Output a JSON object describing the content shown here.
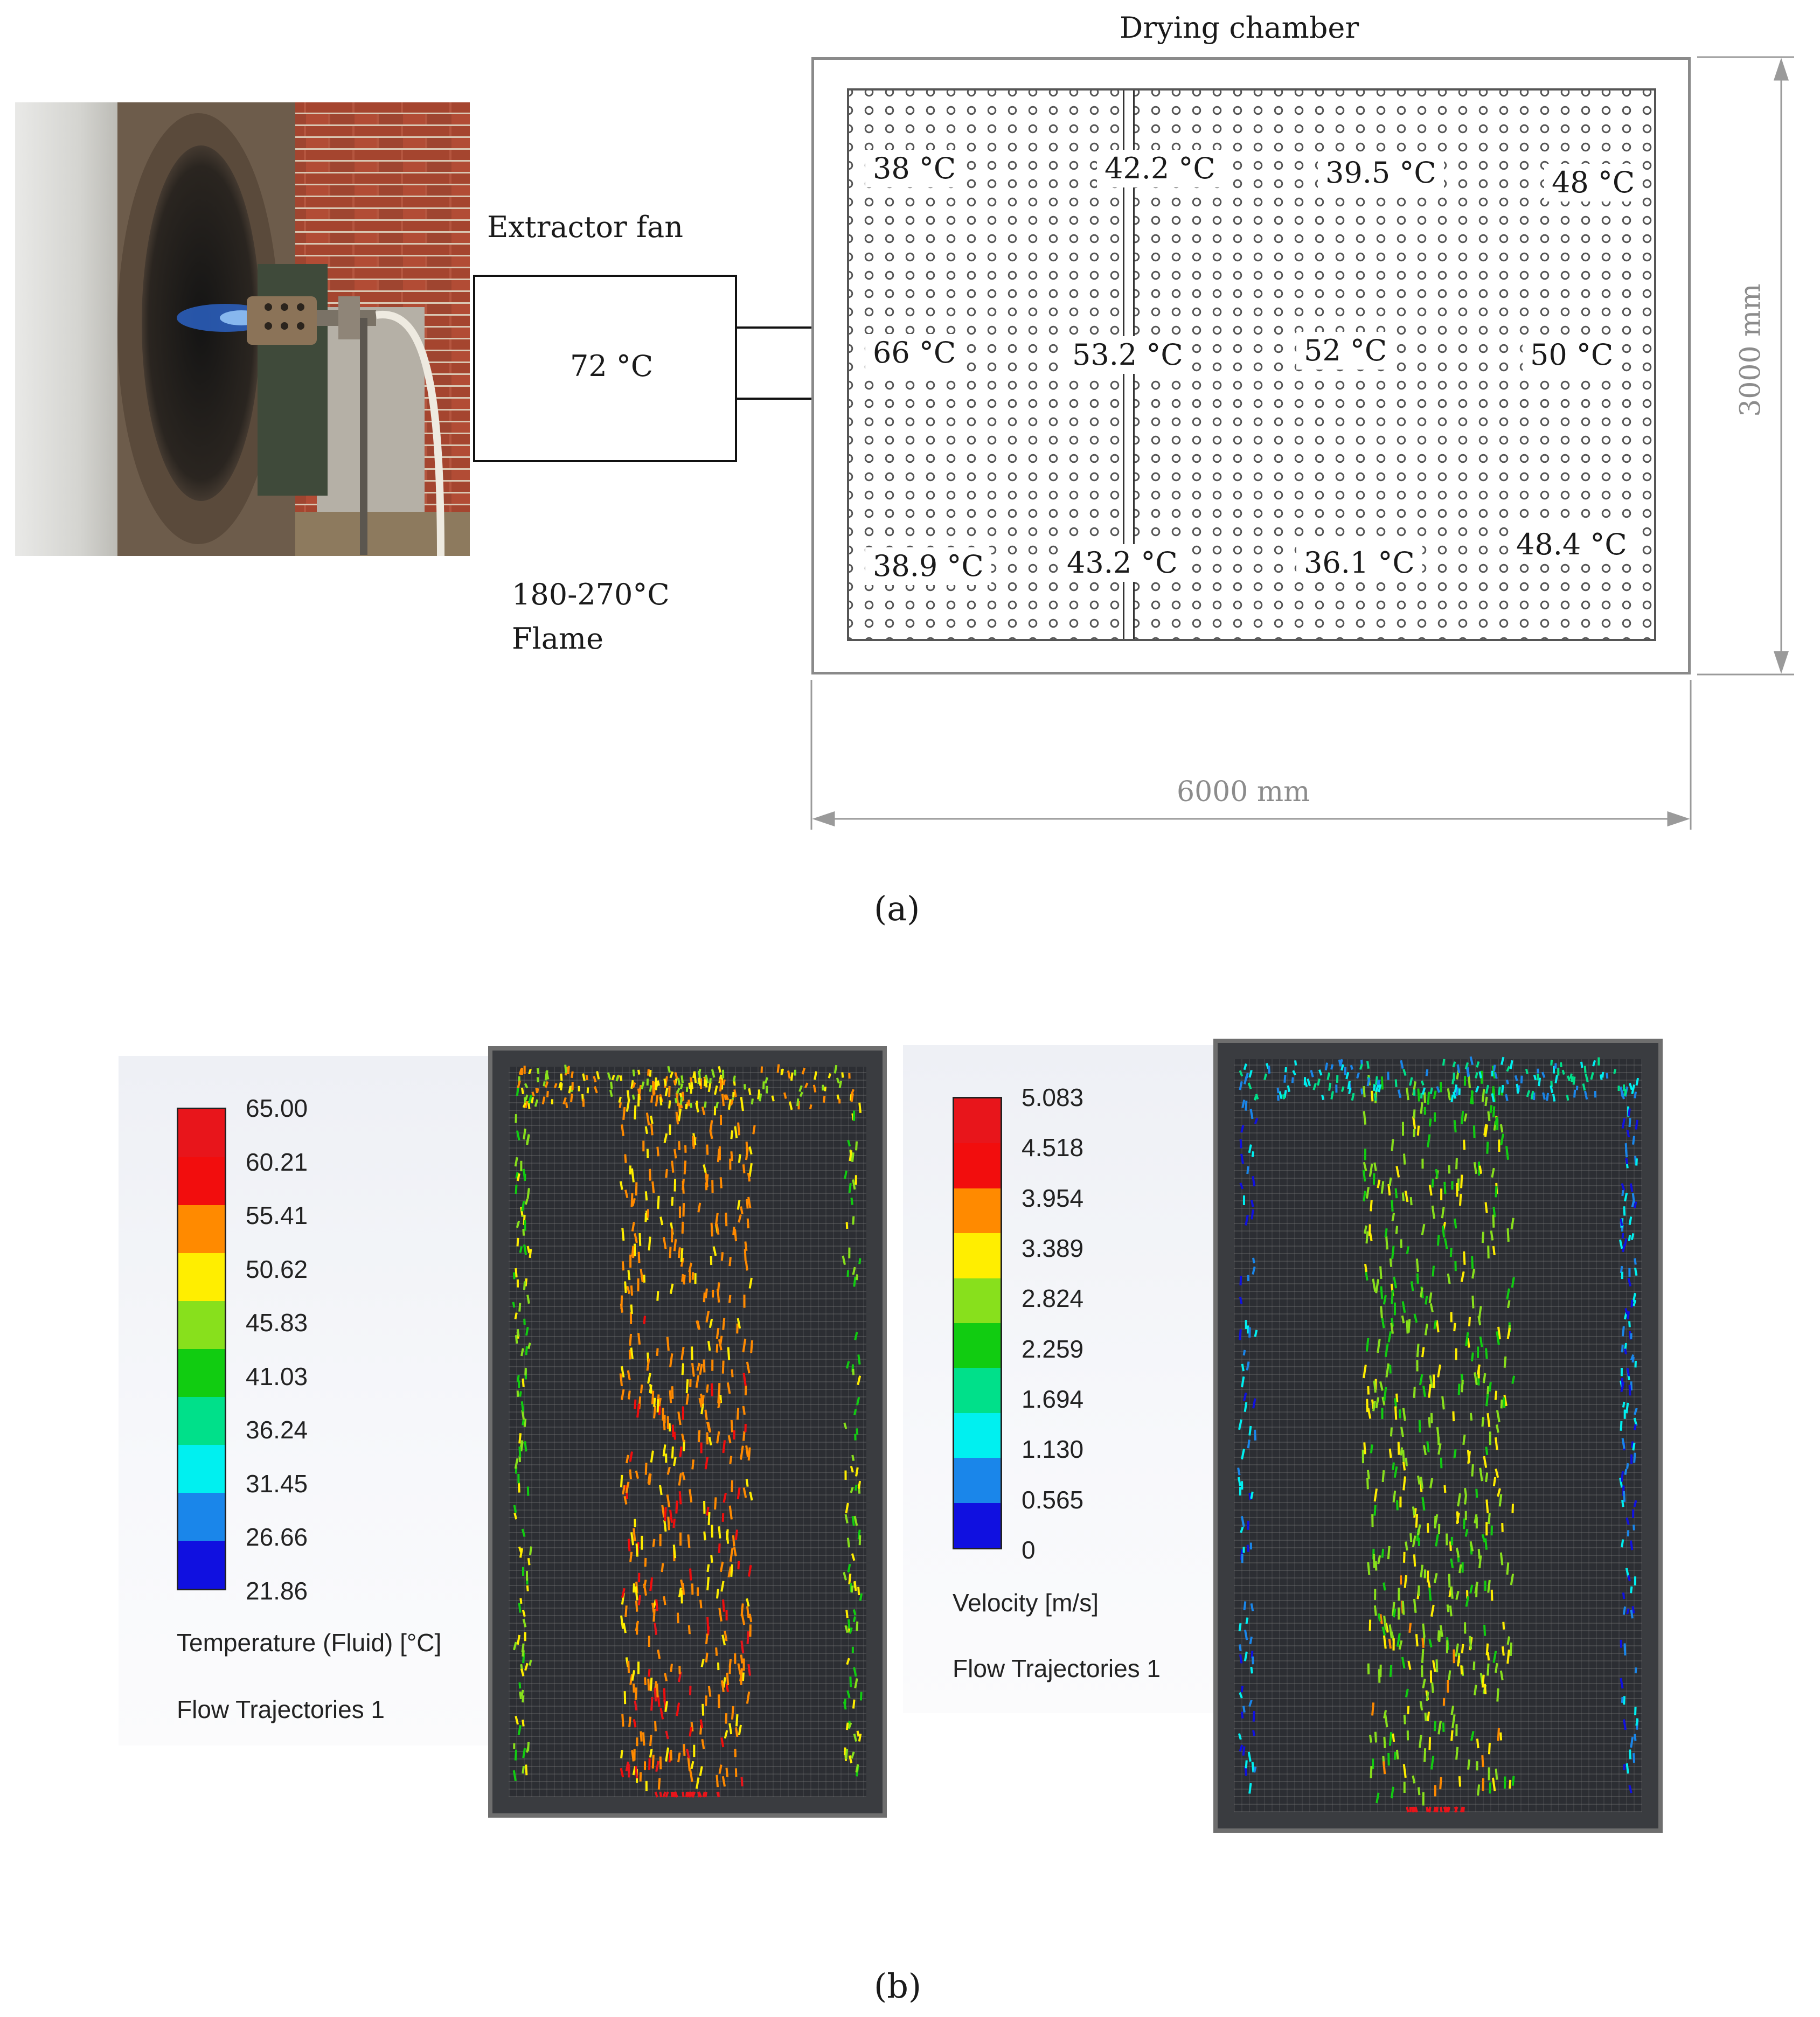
{
  "panel_a": {
    "title": "Drying chamber",
    "extractor_fan_label": "Extractor fan",
    "fan_temperature": "72 °C",
    "flame_range": "180-270°C",
    "flame_label": "Flame",
    "width_dimension": "6000 mm",
    "height_dimension": "3000 mm",
    "caption": "(a)",
    "chamber_temperatures": [
      "38 °C",
      "42.2 °C",
      "39.5 °C",
      "48 °C",
      "66 °C",
      "53.2 °C",
      "52 °C",
      "50 °C",
      "38.9 °C",
      "43.2 °C",
      "36.1 °C",
      "48.4 °C"
    ]
  },
  "panel_b": {
    "caption": "(b)",
    "temperature_legend": {
      "ticks": [
        "65.00",
        "60.21",
        "55.41",
        "50.62",
        "45.83",
        "41.03",
        "36.24",
        "31.45",
        "26.66",
        "21.86"
      ],
      "title": "Temperature (Fluid) [°C]",
      "subtitle": "Flow Trajectories 1"
    },
    "velocity_legend": {
      "ticks": [
        "5.083",
        "4.518",
        "3.954",
        "3.389",
        "2.824",
        "2.259",
        "1.694",
        "1.130",
        "0.565",
        "0"
      ],
      "title": "Velocity [m/s]",
      "subtitle": "Flow Trajectories 1"
    },
    "colors": [
      "#e8151b",
      "#f20d0d",
      "#ff8a00",
      "#ffee00",
      "#88e01c",
      "#11cc11",
      "#00e08a",
      "#00f0f0",
      "#1a86ea",
      "#1010e0"
    ]
  }
}
